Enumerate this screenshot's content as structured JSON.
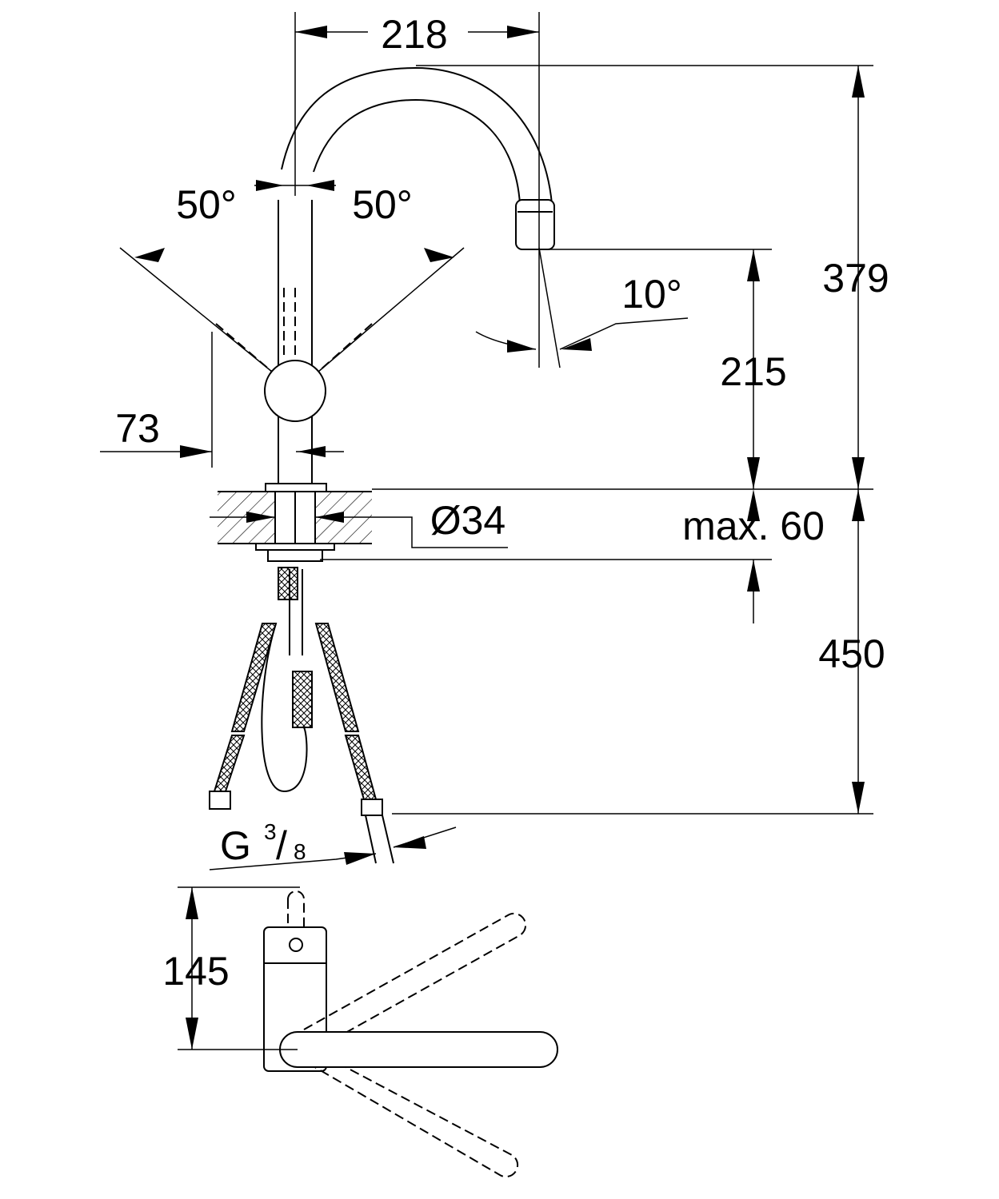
{
  "drawing": {
    "dimensions": {
      "spout_reach": "218",
      "total_height": "379",
      "lever_angle_left": "50°",
      "lever_angle_right": "50°",
      "spout_angle": "10°",
      "spout_height": "215",
      "lever_offset": "73",
      "hole_diameter": "Ø34",
      "max_counter_thickness": "max. 60",
      "hose_length": "450",
      "connection_prefix": "G",
      "connection_num": "3",
      "connection_den": "8",
      "top_view_depth": "145"
    }
  }
}
